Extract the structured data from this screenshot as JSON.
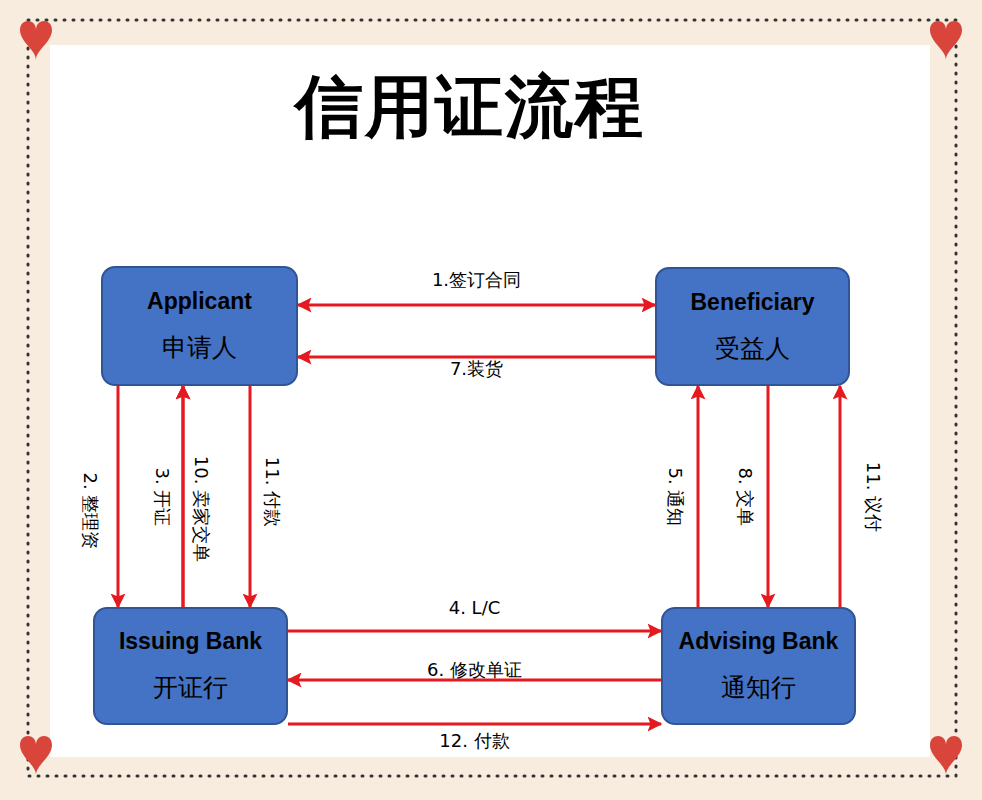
{
  "diagram": {
    "title": "信用证流程",
    "nodes": [
      {
        "text": [
          "Applicant",
          "申请人"
        ]
      },
      {
        "text": [
          "Beneficiary",
          "受益人"
        ]
      },
      {
        "text": [
          "Issuing Bank",
          "开证行"
        ]
      },
      {
        "text": [
          "Advising Bank",
          "通知行"
        ]
      }
    ],
    "edges": [
      {
        "from": 0,
        "to": 1,
        "label": "1.签订合同",
        "arrow": "both"
      },
      {
        "from": 0,
        "to": 2,
        "label": "2. 整理资",
        "arrow": "to"
      },
      {
        "from": 2,
        "to": 0,
        "label": "3. 开证",
        "arrow": "to"
      },
      {
        "from": 2,
        "to": 3,
        "label": "4. L/C",
        "arrow": "to"
      },
      {
        "from": 3,
        "to": 1,
        "label": "5. 通知",
        "arrow": "to"
      },
      {
        "from": 3,
        "to": 2,
        "label": "6. 修改单证",
        "arrow": "to"
      },
      {
        "from": 1,
        "to": 0,
        "label": "7.装货",
        "arrow": "to"
      },
      {
        "from": 1,
        "to": 3,
        "label": "8. 交单",
        "arrow": "to"
      },
      {
        "from": 2,
        "to": 0,
        "label": "10. 卖家交单",
        "arrow": "to"
      },
      {
        "from": 0,
        "to": 2,
        "label": "11. 付款",
        "arrow": "to"
      },
      {
        "from": 3,
        "to": 1,
        "label": "11. 议付",
        "arrow": "to"
      },
      {
        "from": 2,
        "to": 3,
        "label": "12. 付款",
        "arrow": "to"
      }
    ]
  }
}
